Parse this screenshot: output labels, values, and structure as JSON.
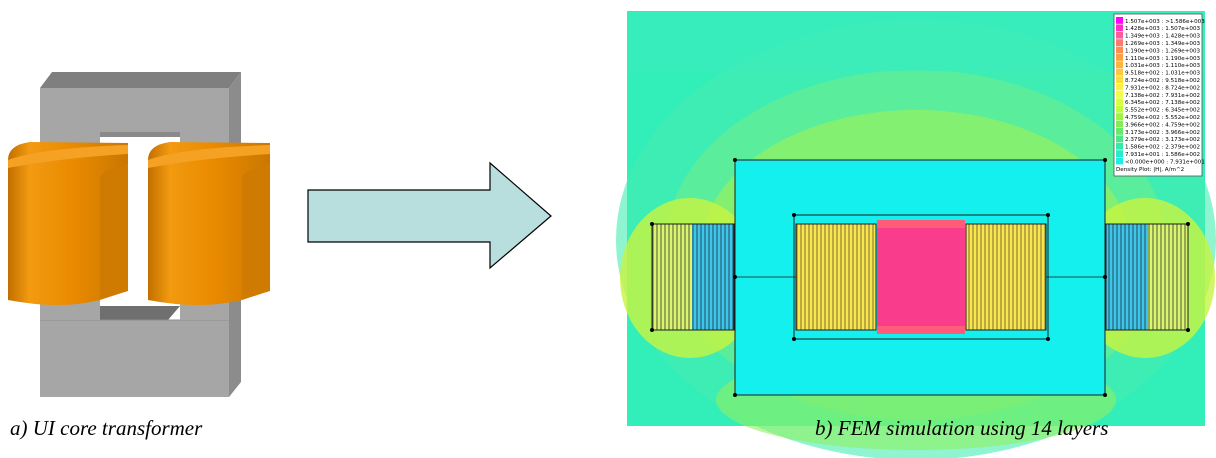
{
  "captions": {
    "left": "a) UI core transformer",
    "right": "b) FEM simulation using 14 layers"
  },
  "legend": {
    "title": "Density Plot: |H|, A/m^2",
    "rows": [
      {
        "range": "1.507e+003 : >1.586e+003",
        "color": "#ff00ff"
      },
      {
        "range": "1.428e+003 : 1.507e+003",
        "color": "#ff2fc8"
      },
      {
        "range": "1.349e+003 : 1.428e+003",
        "color": "#ff5aa0"
      },
      {
        "range": "1.269e+003 : 1.349e+003",
        "color": "#ff7a6e"
      },
      {
        "range": "1.190e+003 : 1.269e+003",
        "color": "#ff8c50"
      },
      {
        "range": "1.110e+003 : 1.190e+003",
        "color": "#ffa040"
      },
      {
        "range": "1.031e+003 : 1.110e+003",
        "color": "#ffb43a"
      },
      {
        "range": "9.518e+002 : 1.031e+003",
        "color": "#ffc83a"
      },
      {
        "range": "8.724e+002 : 9.518e+002",
        "color": "#ffdc3c"
      },
      {
        "range": "7.931e+002 : 8.724e+002",
        "color": "#fff040"
      },
      {
        "range": "7.138e+002 : 7.931e+002",
        "color": "#f0ff40"
      },
      {
        "range": "6.345e+002 : 7.138e+002",
        "color": "#d8ff40"
      },
      {
        "range": "5.552e+002 : 6.345e+002",
        "color": "#bcff40"
      },
      {
        "range": "4.759e+002 : 5.552e+002",
        "color": "#9cf640"
      },
      {
        "range": "3.966e+002 : 4.759e+002",
        "color": "#80f050"
      },
      {
        "range": "3.173e+002 : 3.966e+002",
        "color": "#64ec68"
      },
      {
        "range": "2.379e+002 : 3.173e+002",
        "color": "#4ce888"
      },
      {
        "range": "1.586e+002 : 2.379e+002",
        "color": "#38e8a8"
      },
      {
        "range": "7.931e+001 : 1.586e+002",
        "color": "#28ecc8"
      },
      {
        "range": "<0.000e+000 : 7.931e+001",
        "color": "#18f0e8"
      }
    ]
  },
  "colors": {
    "core_front": "#a6a6a6",
    "core_top": "#7f7f7f",
    "core_side": "#8c8c8c",
    "coil_front": "#e98a00",
    "coil_dark": "#b86a00",
    "arrow_fill": "#b8dedd",
    "fem_background": "#32eeb9",
    "fem_core": "#14f0ee",
    "fem_hot": "#fa3c8c"
  }
}
